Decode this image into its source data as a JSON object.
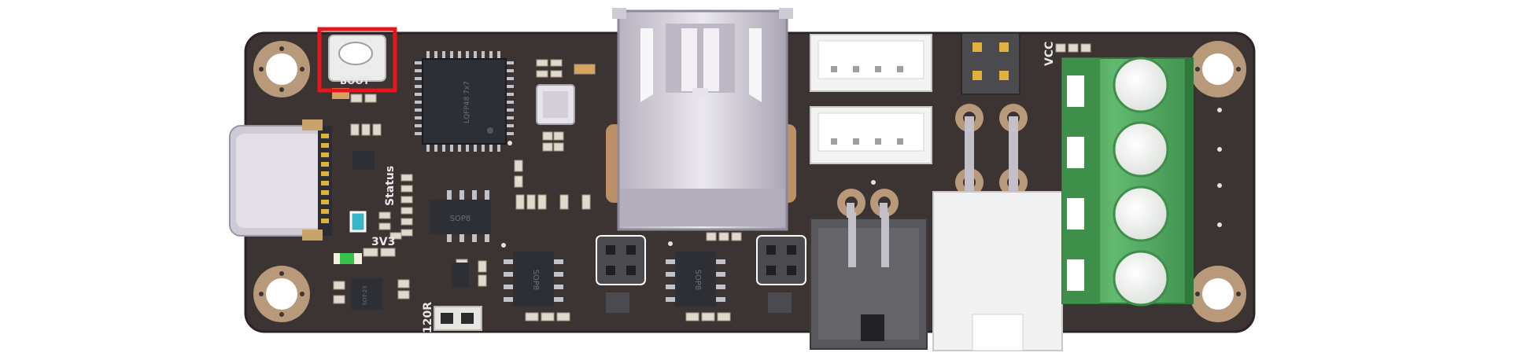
{
  "board": {
    "boot_label": "BOOT",
    "status_label": "Status",
    "v3_label": "3V3",
    "r120_label": "120R",
    "vcc_label": "VCC",
    "mcu_marking": "LQFP48 7x7",
    "transceiver_marking": "SOP8",
    "ldo_marking": "SOT-23"
  },
  "highlight": {
    "target": "boot-button",
    "color": "#e8141c"
  },
  "colors": {
    "pcb": "#3c3333",
    "usb_shell": "#cfcbd6",
    "terminal": "#58b065",
    "connector_white": "#f3f3f3",
    "header_dark": "#4b4b4f",
    "led_green": "#38c24a"
  },
  "icons": {
    "mounting_hole": "mounting-hole-icon",
    "usb_c": "usb-c-port-icon",
    "usb_a": "usb-a-port-icon",
    "terminal_screw": "screw-terminal-icon"
  }
}
